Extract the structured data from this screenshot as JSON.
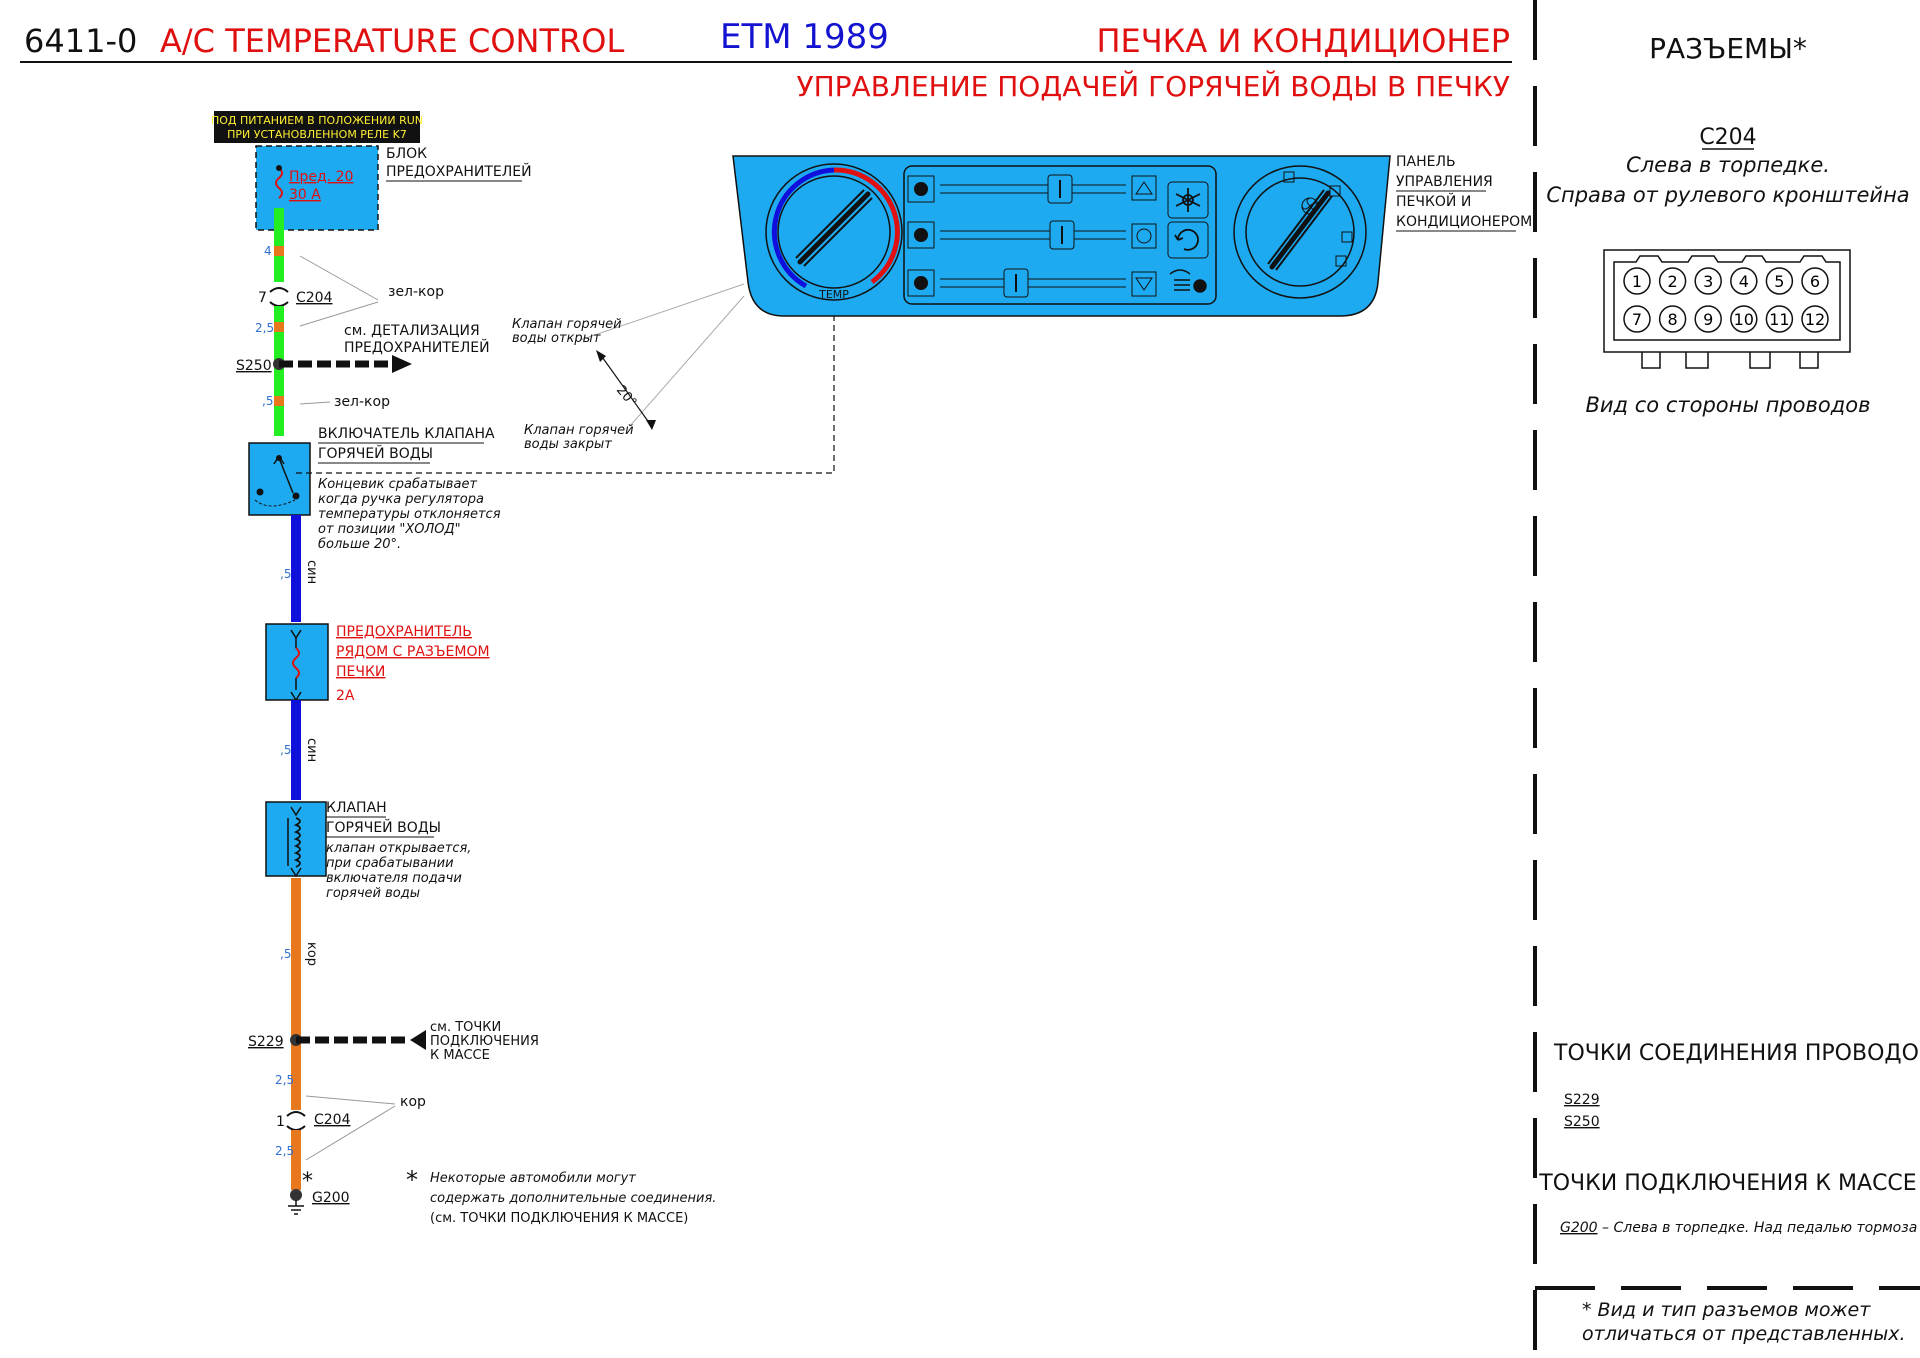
{
  "header": {
    "doc_code": "6411-0",
    "title_en": "A/C TEMPERATURE CONTROL",
    "manual": "ETM 1989",
    "title_ru": "ПЕЧКА И КОНДИЦИОНЕР",
    "subtitle_ru": "УПРАВЛЕНИЕ ПОДАЧЕЙ ГОРЯЧЕЙ ВОДЫ В ПЕЧКУ"
  },
  "power_note": {
    "line1": "ПОД ПИТАНИЕМ В ПОЛОЖЕНИИ RUN",
    "line2": "ПРИ УСТАНОВЛЕННОМ РЕЛЕ K7"
  },
  "fuse_block": {
    "label1": "БЛОК",
    "label2": "ПРЕДОХРАНИТЕЛЕЙ",
    "fuse_name": "Пред. 20",
    "fuse_rating": "30 А"
  },
  "wire_upper": {
    "pin_4": "4",
    "c204_pin": "7",
    "c204_label": "C204",
    "gauge_1": "2,5",
    "color_label": "зел-кор",
    "splice": "S250",
    "detail_line1": "см. ДЕТАЛИЗАЦИЯ",
    "detail_line2": "ПРЕДОХРАНИТЕЛЕЙ",
    "gauge_2": ",5",
    "color_label_2": "зел-кор"
  },
  "valve_switch": {
    "label1": "ВКЛЮЧАТЕЛЬ КЛАПАНА",
    "label2": "ГОРЯЧЕЙ ВОДЫ",
    "desc1": "Концевик срабатывает",
    "desc2": "когда ручка регулятора",
    "desc3": "температуры отклоняется",
    "desc4": "от позиции \"ХОЛОД\"",
    "desc5": "больше 20°."
  },
  "wire_blue_1": {
    "gauge": ",5",
    "color": "син"
  },
  "inline_fuse": {
    "label1": "ПРЕДОХРАНИТЕЛЬ",
    "label2": "РЯДОМ С РАЗЪЕМОМ",
    "label3": "ПЕЧКИ",
    "rating": "2А"
  },
  "wire_blue_2": {
    "gauge": ",5",
    "color": "син"
  },
  "water_valve": {
    "label1": "КЛАПАН",
    "label2": "ГОРЯЧЕЙ ВОДЫ",
    "desc1": "клапан открывается,",
    "desc2": "при срабатывании",
    "desc3": "включателя подачи",
    "desc4": "горячей воды"
  },
  "wire_lower": {
    "gauge_1": ",5",
    "color_1": "кор",
    "splice": "S229",
    "ground_line1": "см. ТОЧКИ",
    "ground_line2": "ПОДКЛЮЧЕНИЯ",
    "ground_line3": "К МАССЕ",
    "gauge_2": "2,5",
    "color_2": "кор",
    "c204_pin": "1",
    "c204_label": "C204",
    "gauge_3": "2,5",
    "ground": "G200"
  },
  "footnote": {
    "star": "*",
    "line1": "Некоторые автомобили могут",
    "line2": "содержать дополнительные соединения.",
    "line3": "(см. ТОЧКИ ПОДКЛЮЧЕНИЯ К МАССЕ)"
  },
  "panel": {
    "label1": "ПАНЕЛЬ",
    "label2": "УПРАВЛЕНИЯ",
    "label3": "ПЕЧКОЙ И",
    "label4": "КОНДИЦИОНЕРОМ",
    "temp_label": "TEMP",
    "valve_open1": "Клапан горячей",
    "valve_open2": "воды открыт",
    "angle": "20°",
    "valve_closed1": "Клапан горячей",
    "valve_closed2": "воды закрыт"
  },
  "sidebar": {
    "connectors_title": "РАЗЪЕМЫ*",
    "connector_id": "C204",
    "connector_loc1": "Слева в торпедке.",
    "connector_loc2": "Справа от рулевого кронштейна",
    "pins": [
      "1",
      "2",
      "3",
      "4",
      "5",
      "6",
      "7",
      "8",
      "9",
      "10",
      "11",
      "12"
    ],
    "view_note": "Вид со стороны проводов",
    "splices_title": "ТОЧКИ СОЕДИНЕНИЯ ПРОВОДОВ",
    "splice_1": "S229",
    "splice_2": "S250",
    "grounds_title": "ТОЧКИ ПОДКЛЮЧЕНИЯ К МАССЕ",
    "ground_id": "G200",
    "ground_desc": " – Слева в торпедке. Над педалью тормоза",
    "bottom_note1": "* Вид и тип разъемов может",
    "bottom_note2": "отличаться от представленных."
  },
  "colors": {
    "wire_green": "#22ee22",
    "wire_blue": "#1010dd",
    "wire_orange": "#e8781e",
    "component_fill": "#1eaaf0",
    "title_red": "#e01010",
    "title_blue": "#1414d0"
  }
}
